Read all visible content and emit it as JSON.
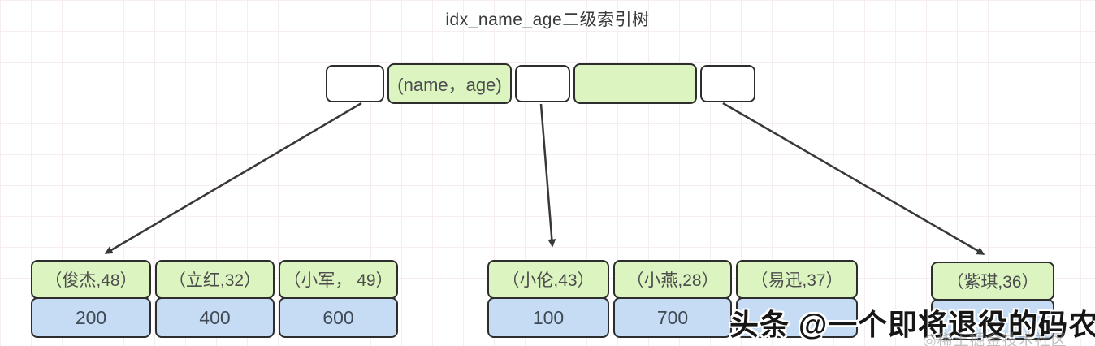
{
  "title": "idx_name_age二级索引树",
  "root_node": {
    "cells": [
      {
        "type": "white",
        "label": ""
      },
      {
        "type": "green",
        "label": "(name，age)"
      },
      {
        "type": "white",
        "label": ""
      },
      {
        "type": "green",
        "label": ""
      },
      {
        "type": "white",
        "label": ""
      }
    ]
  },
  "leaf_nodes": [
    {
      "keys": [
        "（俊杰,48）",
        "（立红,32）",
        "（小军， 49）"
      ],
      "values": [
        "200",
        "400",
        "600"
      ]
    },
    {
      "keys": [
        "（小伦,43）",
        "（小燕,28）",
        "（易迅,37）"
      ],
      "values": [
        "100",
        "700",
        ""
      ]
    },
    {
      "keys": [
        "（紫琪,36）"
      ],
      "values": [
        ""
      ]
    }
  ],
  "watermark": {
    "text": "头条 @一个即将退役的码农"
  },
  "faint_watermark": {
    "text": "◎稀土掘金技术社区"
  },
  "colors": {
    "key_cell_green": "#dbf4c0",
    "value_cell_blue": "#c5dcf4",
    "cell_border": "#2d2d2d",
    "arrow": "#383838",
    "title_text": "#3a3a3a"
  }
}
